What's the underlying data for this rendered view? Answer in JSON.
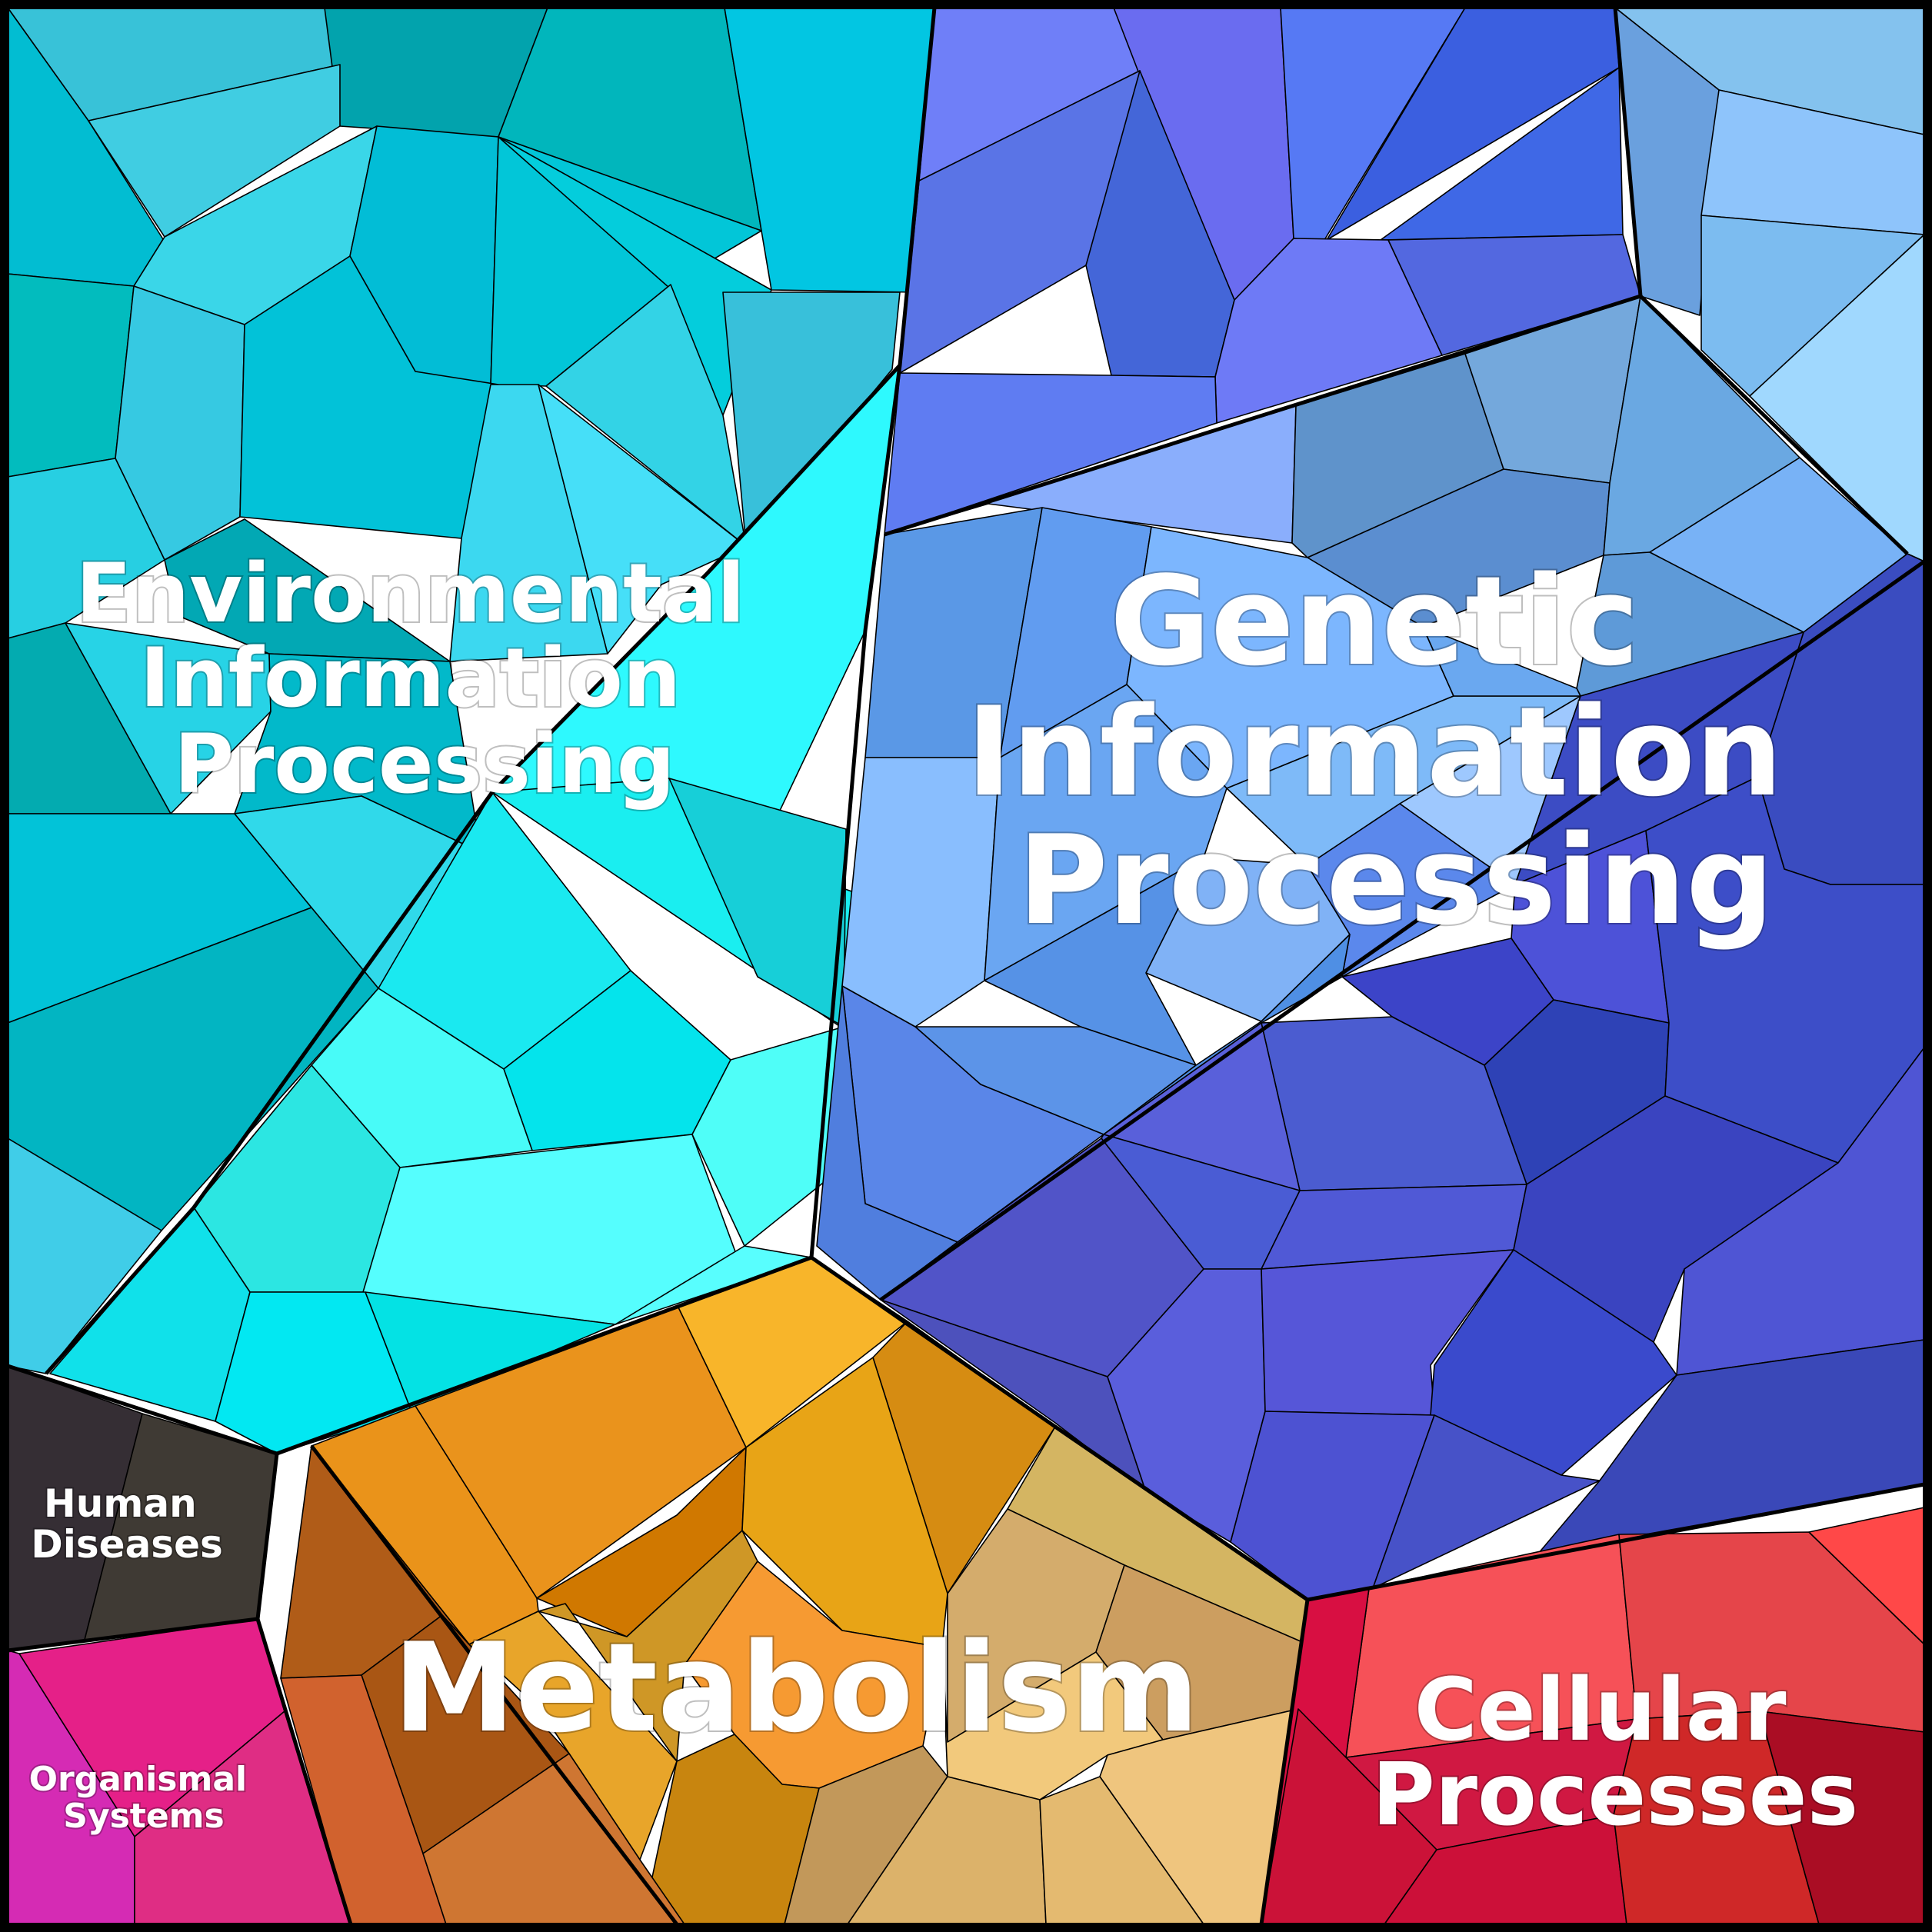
{
  "categories": [
    {
      "id": "env",
      "label_lines": [
        "Environmental",
        "Information",
        "Processing"
      ],
      "base_color": "#1bc6dc"
    },
    {
      "id": "gen",
      "label_lines": [
        "Genetic",
        "Information",
        "Processing"
      ],
      "base_color": "#5a78e6"
    },
    {
      "id": "met",
      "label_lines": [
        "Metabolism"
      ],
      "base_color": "#e29a1e"
    },
    {
      "id": "hum",
      "label_lines": [
        "Human",
        "Diseases"
      ],
      "base_color": "#3a3434"
    },
    {
      "id": "org",
      "label_lines": [
        "Organismal",
        "Systems"
      ],
      "base_color": "#e0268a"
    },
    {
      "id": "cel",
      "label_lines": [
        "Cellular",
        "Processes"
      ],
      "base_color": "#d8173f"
    }
  ]
}
